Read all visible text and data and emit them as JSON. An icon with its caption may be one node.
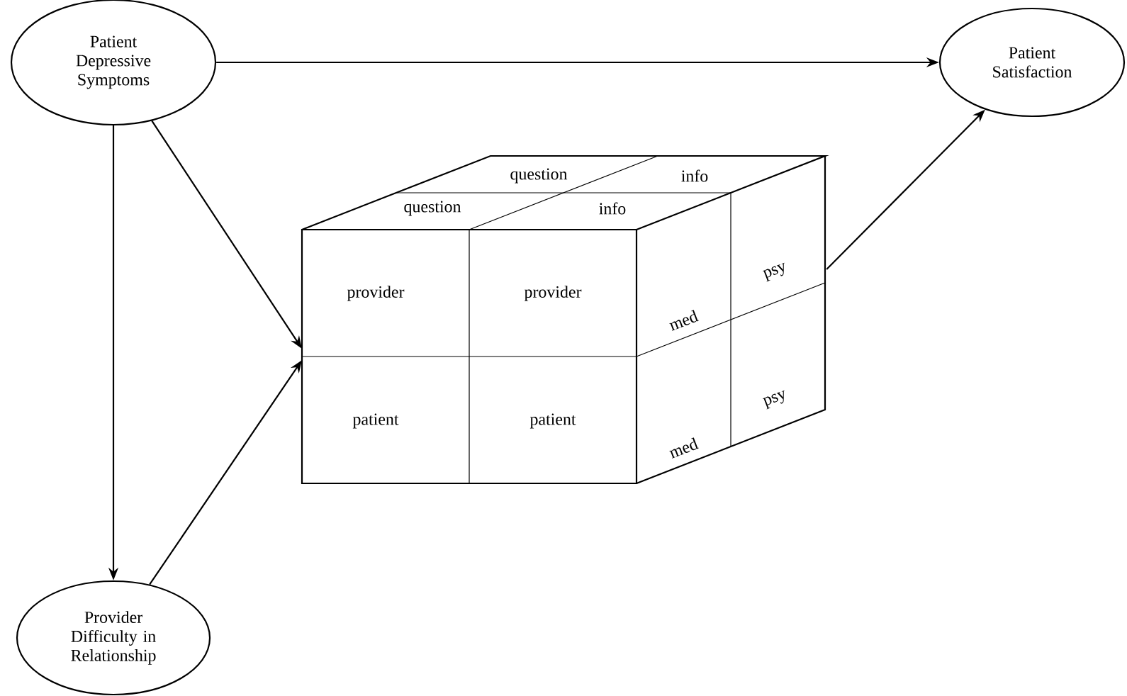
{
  "diagram": {
    "nodes": [
      {
        "text": [
          "Patient Depressive Symptoms"
        ]
      },
      {
        "text": [
          "Patient Satisfaction"
        ]
      },
      {
        "text": [],
        "shape": "cube"
      },
      {
        "text": [
          "Provider Difficulty in Relationship"
        ]
      }
    ],
    "edges": [
      {
        "from": 0,
        "to": 1,
        "arrow": "to"
      },
      {
        "from": 0,
        "to": 3,
        "arrow": "to"
      },
      {
        "from": 0,
        "to": 2,
        "arrow": "to"
      },
      {
        "from": 3,
        "to": 2,
        "arrow": "to"
      },
      {
        "from": 2,
        "to": 1,
        "arrow": "to"
      }
    ],
    "labels": [
      "question",
      "info",
      "question",
      "info",
      "provider",
      "provider",
      "med",
      "psy",
      "patient",
      "patient",
      "med",
      "psy"
    ]
  }
}
